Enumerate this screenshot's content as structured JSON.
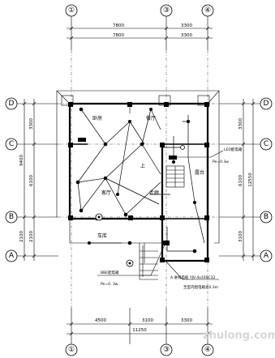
{
  "axes": {
    "top": [
      "①",
      "③",
      "④"
    ],
    "bottom": [
      "①",
      "③",
      "④"
    ],
    "left": [
      "D",
      "C",
      "B",
      "A"
    ],
    "right": [
      "D",
      "C",
      "B",
      "A"
    ]
  },
  "dimensions": {
    "top_row1": [
      "7800",
      "3300"
    ],
    "top_row2": [
      "7800",
      "3300"
    ],
    "bottom_row1": [
      "4500",
      "3100",
      "3300"
    ],
    "bottom_total": "11250",
    "left_inner": [
      "3300",
      "6100",
      "2100"
    ],
    "left_outer": [
      "9400",
      "2100"
    ],
    "right_inner": [
      "3300",
      "6100",
      "3100"
    ],
    "right_outer": "12550"
  },
  "rooms": {
    "bedroom": "卧房",
    "dining": "餐厅",
    "living": "客厅",
    "up": "上",
    "garage": "车库",
    "terrace": "露台",
    "corridor": "走廊"
  },
  "notes": {
    "panel_right": "LED配电箱",
    "panel_right_sub": "Pe=0.3w",
    "panel_bottom": "BBE配电箱",
    "panel_bottom_sub": "Pe=0. 3w",
    "cable1": "A.进线电缆  YJV-4x10SC32",
    "cable2": "至室内配电箱总0.3m"
  },
  "watermark": "zhulong.com"
}
